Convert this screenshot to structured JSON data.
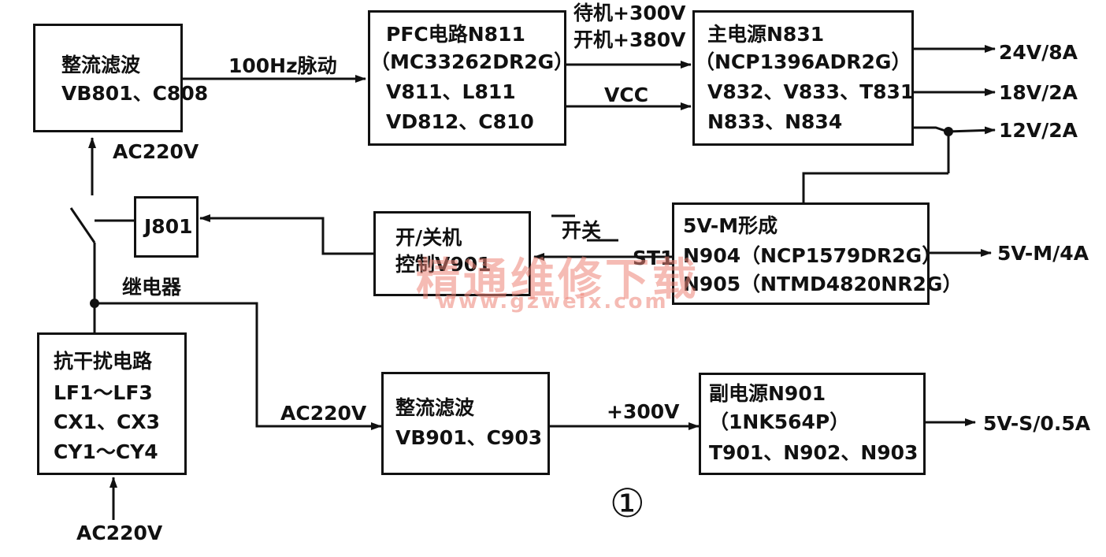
{
  "blocks": {
    "rect_top": {
      "title": "整流滤波",
      "line1": "VB801、C808"
    },
    "pfc": {
      "title": "PFC电路N811",
      "line1": "（MC33262DR2G）",
      "line2": "V811、L811",
      "line3": "VD812、C810"
    },
    "main_psu": {
      "title": "主电源N831",
      "line1": "（NCP1396ADR2G）",
      "line2": "V832、V833、T831",
      "line3": "N833、N834"
    },
    "relay_block": {
      "title": "J801"
    },
    "onoff": {
      "title": "开/关机",
      "line1": "控制V901"
    },
    "v5m": {
      "title": "5V-M形成",
      "line1": "N904（NCP1579DR2G）",
      "line2": "N905（NTMD4820NR2G）"
    },
    "emi": {
      "title": "抗干扰电路",
      "line1": "LF1～LF3",
      "line2": "CX1、CX3",
      "line3": "CY1～CY4"
    },
    "rect_bottom": {
      "title": "整流滤波",
      "line1": "VB901、C903"
    },
    "aux_psu": {
      "title": "副电源N901",
      "line1": "（1NK564P）",
      "line2": "T901、N902、N903"
    }
  },
  "labels": {
    "pulse": "100Hz脉动",
    "standby": "待机+300V",
    "poweron": "开机+380V",
    "vcc": "VCC",
    "ac_top": "AC220V",
    "relay": "继电器",
    "switch": "开关",
    "st1": "ST1",
    "ac_mid": "AC220V",
    "plus300": "+300V",
    "ac_in": "AC220V"
  },
  "outputs": {
    "out1": "24V/8A",
    "out2": "18V/2A",
    "out3": "12V/2A",
    "out4": "5V-M/4A",
    "out5": "5V-S/0.5A"
  },
  "figure_number": "①",
  "watermark": {
    "text": "精通维修下载",
    "url": "www.gzweix.com"
  }
}
